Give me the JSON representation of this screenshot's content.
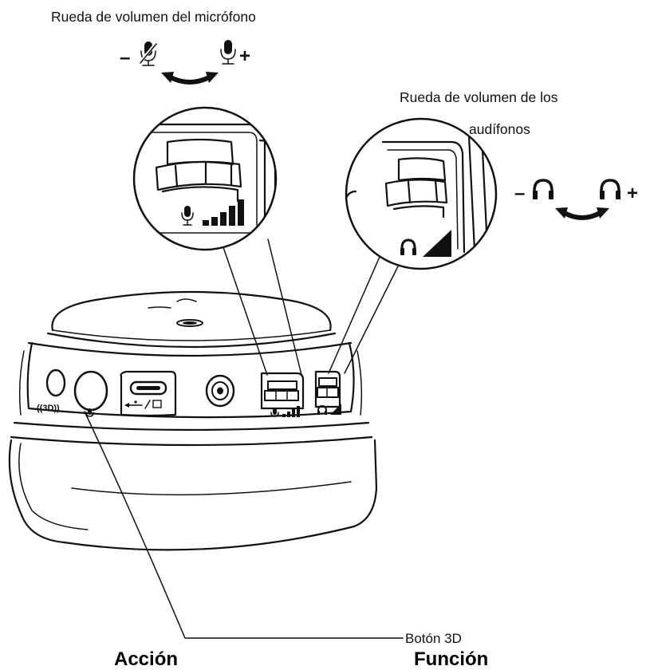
{
  "labels": {
    "mic_wheel": "Rueda de volumen del micrófono",
    "headphone_wheel_line1": "Rueda de volumen de los",
    "headphone_wheel_line2": "audífonos",
    "button_3d": "Botón 3D",
    "action_header": "Acción",
    "function_header": "Función",
    "minus": "–",
    "plus": "+",
    "port_3d_text": "((3D))"
  },
  "colors": {
    "line": "#111111",
    "background": "#ffffff"
  },
  "icons": [
    "microphone-muted-icon",
    "microphone-icon",
    "headphone-icon",
    "volume-bars-icon",
    "usb-c-icon",
    "double-arrow-icon"
  ]
}
